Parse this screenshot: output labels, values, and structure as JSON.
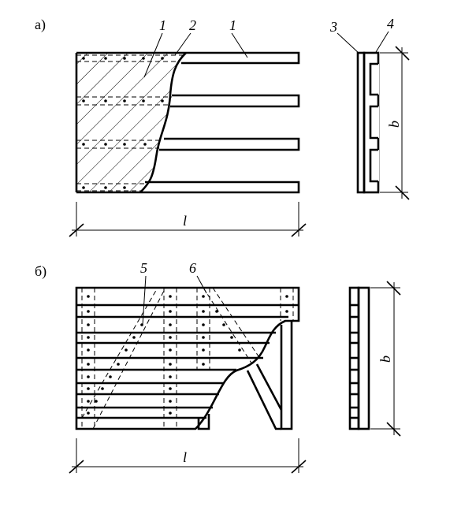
{
  "figure": {
    "panel_a": {
      "label": "а)",
      "callouts": [
        "1",
        "2",
        "1",
        "3",
        "4"
      ],
      "dim_length": "l",
      "dim_width": "b"
    },
    "panel_b": {
      "label": "б)",
      "callouts": [
        "5",
        "6"
      ],
      "dim_length": "l",
      "dim_width": "b"
    }
  }
}
